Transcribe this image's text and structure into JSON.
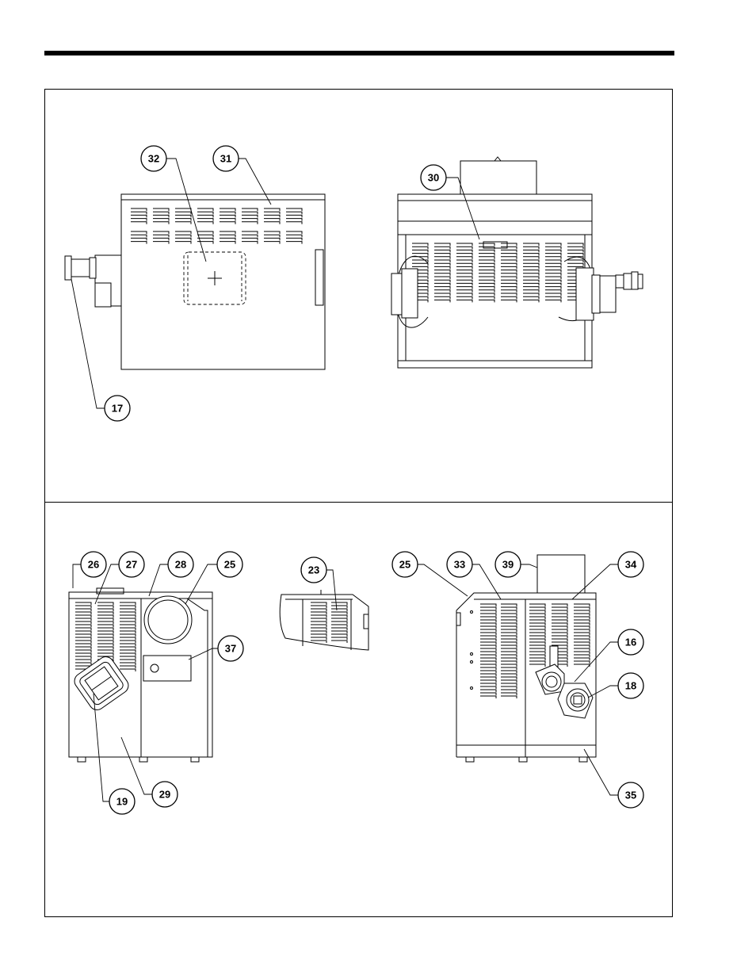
{
  "callouts": {
    "c32": "32",
    "c31": "31",
    "c30": "30",
    "c17": "17",
    "c26": "26",
    "c27": "27",
    "c28": "28",
    "c25a": "25",
    "c37": "37",
    "c19": "19",
    "c29": "29",
    "c23": "23",
    "c25b": "25",
    "c33": "33",
    "c39": "39",
    "c34": "34",
    "c16": "16",
    "c18": "18",
    "c35": "35"
  }
}
